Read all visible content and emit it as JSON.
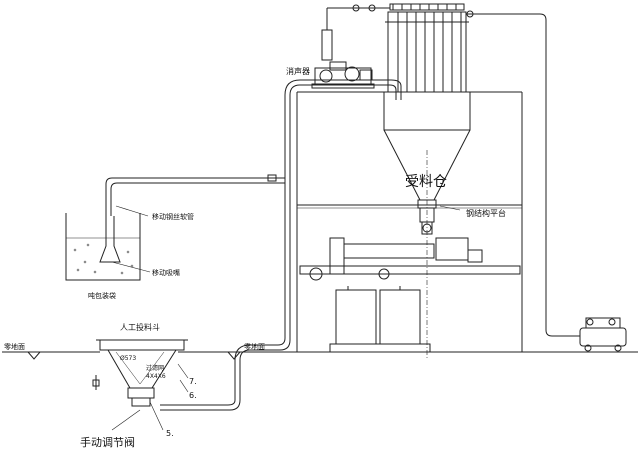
{
  "labels": {
    "silencer": "消声器",
    "receiving_bin": "受料仓",
    "steel_platform": "钢结构平台",
    "flexible_hose": "移动钢丝软管",
    "suction_nozzle": "移动吸嘴",
    "ton_bag": "吨包装袋",
    "manual_hopper": "人工投料斗",
    "ground_left": "零地面",
    "ground_mid": "零地面",
    "strainer": "过滤网",
    "strainer_spec": "4X4X6",
    "dim_top": "Ø573",
    "part7": "7.",
    "part6": "6.",
    "part5": "5.",
    "manual_valve": "手动调节阀"
  }
}
